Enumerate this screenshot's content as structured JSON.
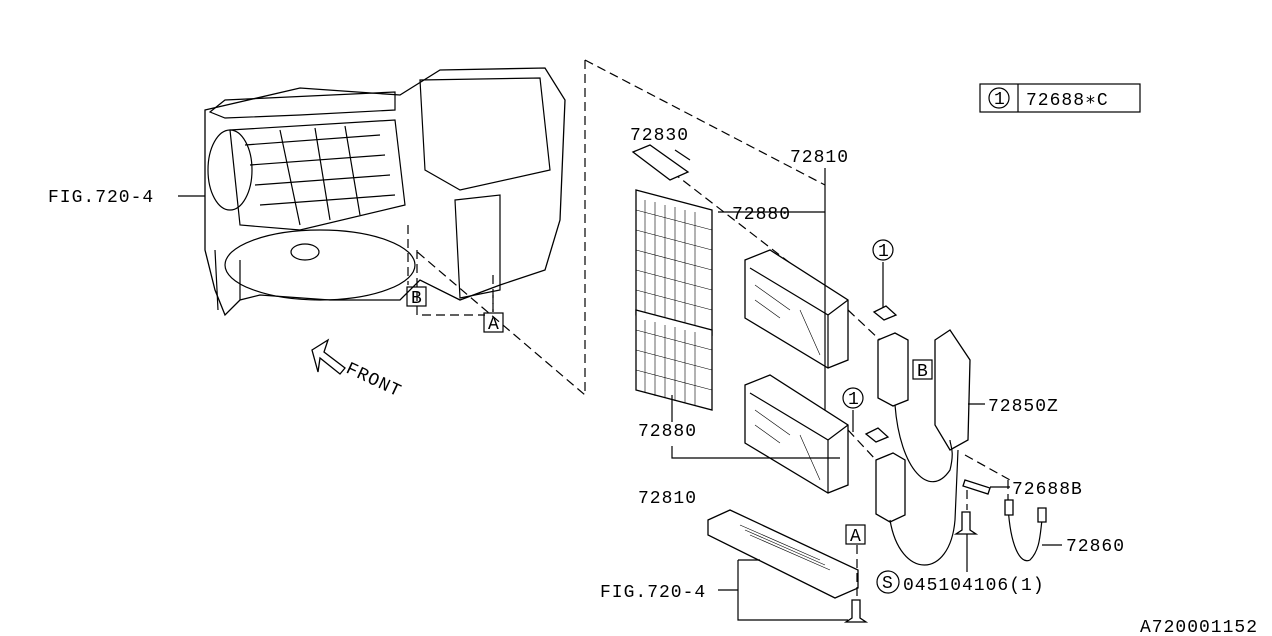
{
  "diagram_id": "A720001152",
  "legend": {
    "ref_number": "1",
    "part": "72688∗C"
  },
  "labels": {
    "fig_ref_top": "FIG.720-4",
    "fig_ref_bottom": "FIG.720-4",
    "front": "FRONT",
    "p72830": "72830",
    "p72810_top": "72810",
    "p72880_top": "72880",
    "p72880_bottom": "72880",
    "p72810_bottom": "72810",
    "p72850z": "72850Z",
    "p72688b": "72688B",
    "p72860": "72860",
    "screw": "045104106(1)",
    "screw_symbol": "S"
  },
  "markers": {
    "a": "A",
    "b": "B",
    "ref1": "1"
  }
}
